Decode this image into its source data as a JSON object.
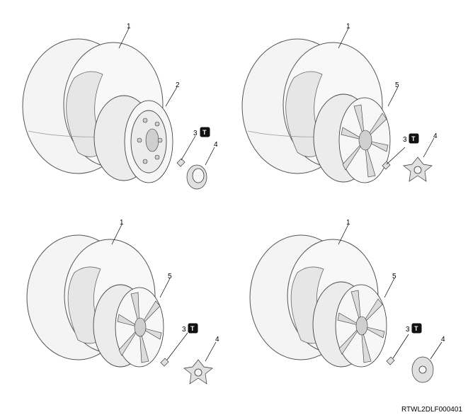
{
  "callouts": {
    "tire": "1",
    "steel_wheel": "2",
    "nut": "3",
    "cap": "4",
    "alloy_wheel": "5"
  },
  "torque_symbol": "T",
  "figure_code": "RTWL2DLF000401",
  "icons": [
    "torque-icon"
  ]
}
